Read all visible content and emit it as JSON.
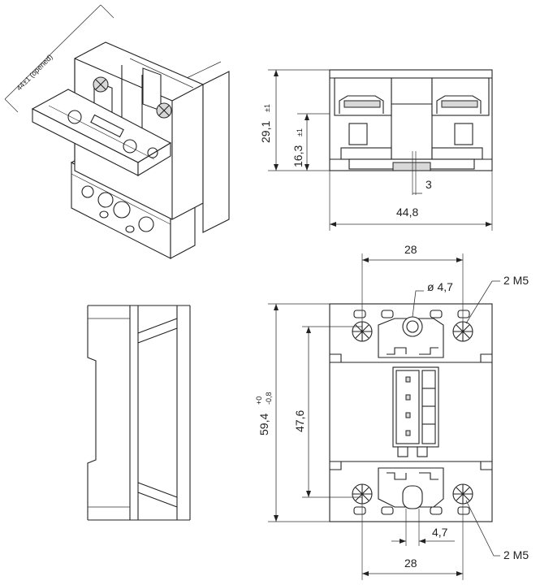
{
  "dims": {
    "opened": "44±1 (opened)",
    "h_total": "29,1",
    "h_total_tol": "±1",
    "h_mid": "16,3",
    "h_mid_tol": "±1",
    "slot": "3",
    "width_front": "44,8",
    "pitch_top": "28",
    "hole": "ø 4,7",
    "screw_top": "2 M5",
    "height_total": "59,4",
    "height_tol_up": "+0",
    "height_tol_down": "-0,8",
    "height_inner": "47,6",
    "slot_bottom": "4,7",
    "pitch_bottom": "28",
    "screw_bottom": "2 M5"
  }
}
